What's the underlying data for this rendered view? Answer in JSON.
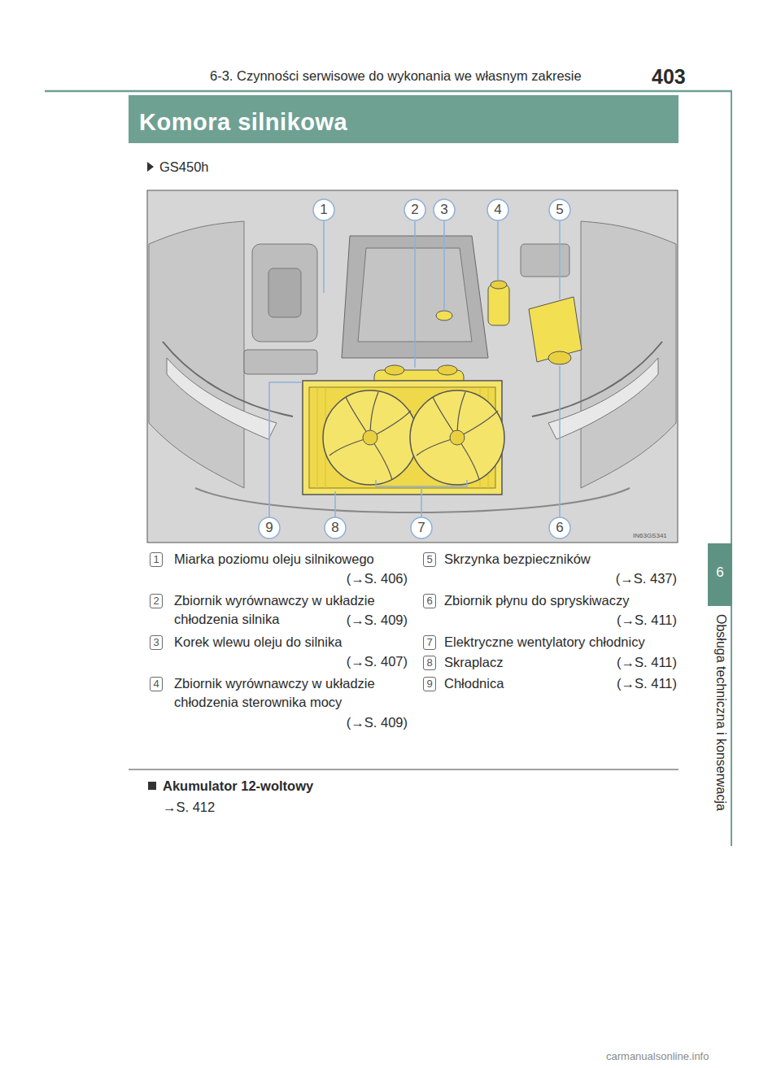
{
  "diagram": {
    "title": "Komora silnikowa",
    "labels": [
      "6-3. Czynności serwisowe do wykonania we własnym zakresie",
      "403",
      "6",
      "Obsługa techniczna i konserwacja",
      "GS450h",
      "1",
      "2",
      "3",
      "4",
      "5",
      "6",
      "7",
      "8",
      "9",
      "IN63GS341",
      "1",
      "Miarka poziomu oleju silnikowego",
      "(→S. 406)",
      "2",
      "Zbiornik wyrównawczy w układzie chłodzenia silnika",
      "(→S. 409)",
      "3",
      "Korek wlewu oleju do silnika",
      "(→S. 407)",
      "4",
      "Zbiornik wyrównawczy w układzie chłodzenia sterownika mocy",
      "(→S. 409)",
      "5",
      "Skrzynka bezpieczników",
      "(→S. 437)",
      "6",
      "Zbiornik płynu do spryskiwaczy",
      "(→S. 411)",
      "7",
      "Elektryczne wentylatory chłodnicy",
      "8",
      "Skraplacz",
      "(→S. 411)",
      "9",
      "Chłodnica",
      "(→S. 411)",
      "Akumulator 12-woltowy",
      "→S. 412",
      "carmanualsonline.info"
    ]
  }
}
